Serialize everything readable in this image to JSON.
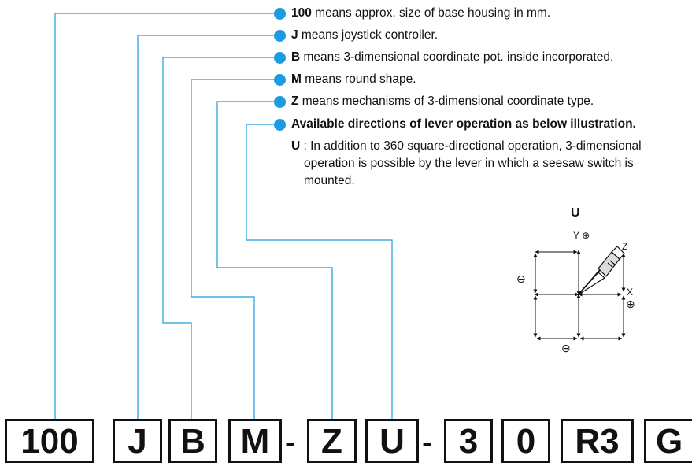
{
  "descriptions": [
    {
      "bold": "100",
      "rest": " means approx. size of base housing in mm."
    },
    {
      "bold": "J",
      "rest": " means joystick controller."
    },
    {
      "bold": "B",
      "rest": " means 3-dimensional coordinate pot. inside incorporated."
    },
    {
      "bold": "M",
      "rest": " means round shape."
    },
    {
      "bold": "Z",
      "rest": " means mechanisms of 3-dimensional coordinate type."
    },
    {
      "bold": "Available directions of lever operation as below illustration.",
      "rest": ""
    }
  ],
  "note": {
    "bold": "U",
    "line1": " : In addition to 360 square-directional operation, 3-dimensional",
    "line2": "operation is possible by the lever in which a seesaw switch is",
    "line3": "mounted."
  },
  "illustration": {
    "title": "U",
    "y_label": "Y ⊕",
    "z_label": "Z",
    "x_label": "X",
    "x_plus": "⊕",
    "left_minus": "⊖",
    "bottom_minus": "⊖"
  },
  "code_boxes": [
    "100",
    "J",
    "B",
    "M",
    "Z",
    "U",
    "3",
    "0",
    "R3",
    "G"
  ],
  "separators": [
    "-",
    "-"
  ],
  "colors": {
    "dot": "#1e9be0",
    "leader": "#1e9be0"
  }
}
